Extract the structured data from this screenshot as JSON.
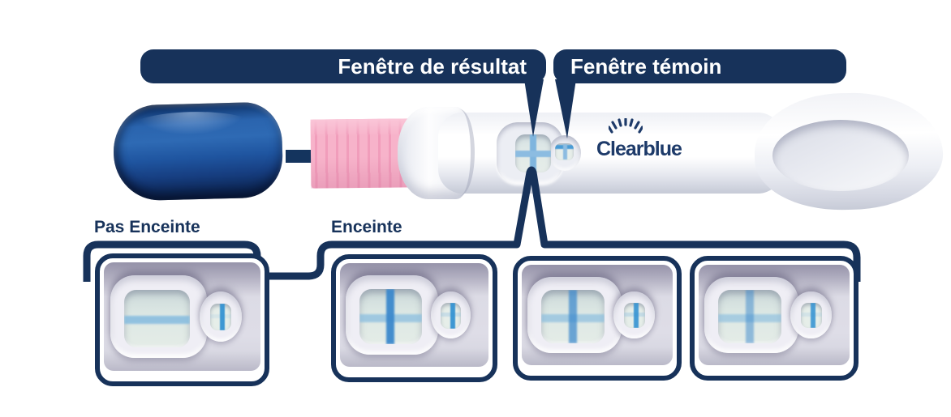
{
  "callouts": {
    "result_window": "Fenêtre de résultat",
    "control_window": "Fenêtre témoin"
  },
  "device": {
    "brand": "Clearblue"
  },
  "icons": {
    "insert_arrow": "right-arrow",
    "starburst": "clearblue-starburst"
  },
  "colors": {
    "navy": "#17325a",
    "logo_navy": "#1d3a69",
    "cap_blue": "#1f55a0",
    "wick_pink": "#f5a8c3",
    "line_blue_strong": "#3b88cc",
    "line_blue_light": "#85bbdf",
    "control_line_blue": "#3593d2"
  },
  "results": {
    "groups": [
      {
        "label": "Pas Enceinte"
      },
      {
        "label": "Enceinte"
      }
    ],
    "cards": [
      {
        "id": "not-pregnant",
        "group": "Pas Enceinte",
        "lines": {
          "result_vertical": 0,
          "result_horizontal": 0.85,
          "control_vertical": 0.95,
          "control_horizontal": 0.2
        }
      },
      {
        "id": "pregnant-strong",
        "group": "Enceinte",
        "lines": {
          "result_vertical": 0.95,
          "result_horizontal": 0.7,
          "control_vertical": 0.95,
          "control_horizontal": 0.4
        }
      },
      {
        "id": "pregnant-medium",
        "group": "Enceinte",
        "lines": {
          "result_vertical": 0.72,
          "result_horizontal": 0.65,
          "control_vertical": 0.9,
          "control_horizontal": 0.45
        }
      },
      {
        "id": "pregnant-light",
        "group": "Enceinte",
        "lines": {
          "result_vertical": 0.5,
          "result_horizontal": 0.6,
          "control_vertical": 0.88,
          "control_horizontal": 0.25
        }
      }
    ]
  }
}
